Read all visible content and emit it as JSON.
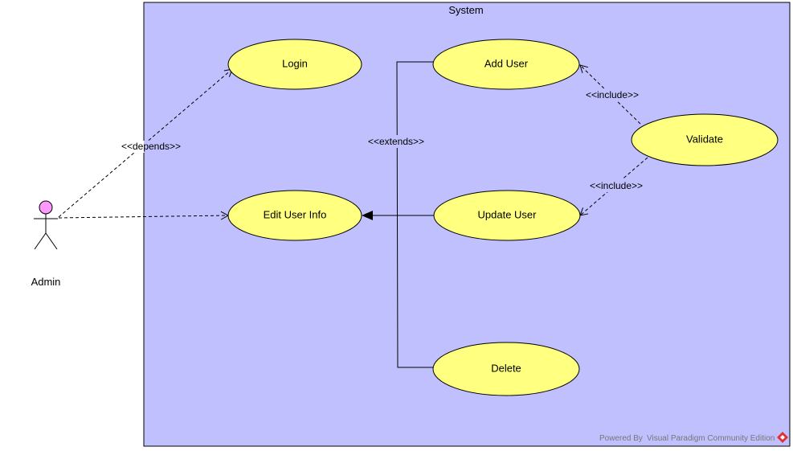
{
  "system": {
    "label": "System"
  },
  "actor": {
    "label": "Admin",
    "head_color": "#ff99ff"
  },
  "use_cases": {
    "login": "Login",
    "add_user": "Add User",
    "validate": "Validate",
    "edit_user_info": "Edit User Info",
    "update_user": "Update User",
    "delete": "Delete"
  },
  "relations": {
    "depends": "<<depends>>",
    "extends": "<<extends>>",
    "include_top": "<<include>>",
    "include_bottom": "<<include>>"
  },
  "footer": {
    "powered_by": "Powered By",
    "product": "Visual Paradigm Community Edition"
  },
  "colors": {
    "boundary_fill": "#c0c0ff",
    "use_case_fill": "#ffff80"
  }
}
